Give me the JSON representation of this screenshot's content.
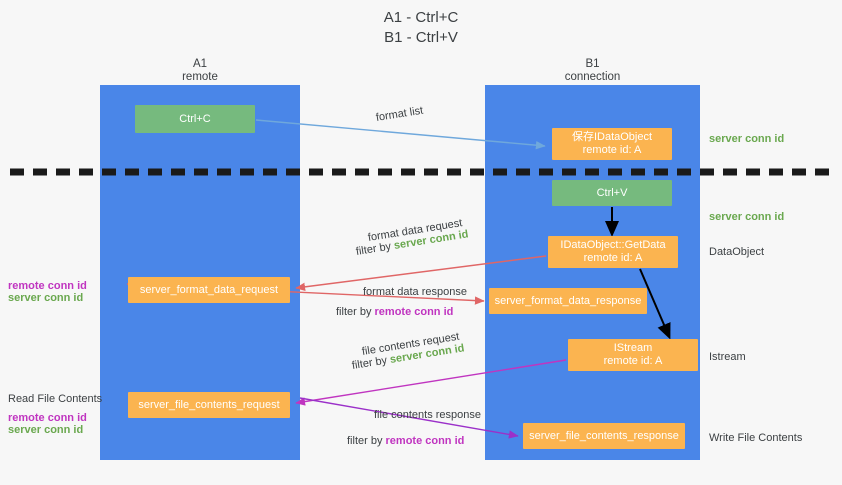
{
  "title": "A1 - Ctrl+C\nB1 - Ctrl+V",
  "colors": {
    "lane": "#4a86e8",
    "green_node": "#76ba7e",
    "orange_node": "#fbb450",
    "server_conn_id": "#6aa84f",
    "remote_conn_id": "#c035c0",
    "divider": "#1a1a1a",
    "background": "#f7f7f7"
  },
  "lanes": [
    {
      "name": "A1",
      "sub": "remote"
    },
    {
      "name": "B1",
      "sub": "connection"
    }
  ],
  "nodes": {
    "ctrl_c": {
      "line1": "Ctrl+C",
      "line2": ""
    },
    "idataobject": {
      "line1": "保存IDataObject",
      "line2": "remote id: A"
    },
    "ctrl_v": {
      "line1": "Ctrl+V",
      "line2": ""
    },
    "getdata": {
      "line1": "IDataObject::GetData",
      "line2": "remote id: A"
    },
    "server_format_data_request": {
      "line1": "server_format_data_request",
      "line2": ""
    },
    "server_format_data_response": {
      "line1": "server_format_data_response",
      "line2": ""
    },
    "istream": {
      "line1": "IStream",
      "line2": "remote id: A"
    },
    "server_file_contents_request": {
      "line1": "server_file_contents_request",
      "line2": ""
    },
    "server_file_contents_response": {
      "line1": "server_file_contents_response",
      "line2": ""
    }
  },
  "edge_labels": {
    "format_list": "format list",
    "format_data_request": "format data request",
    "format_data_response": "format data response",
    "file_contents_request": "file contents request",
    "file_contents_response": "file contents response",
    "filter_by": "filter by ",
    "server_conn_id": "server conn id",
    "remote_conn_id": "remote conn id"
  },
  "right_labels": {
    "server_conn_id_1": "server conn id",
    "server_conn_id_2": "server conn id",
    "dataobject": "DataObject",
    "istream": "Istream",
    "write_file_contents": "Write File Contents"
  },
  "left_labels": {
    "remote_conn_id_1": "remote conn id",
    "server_conn_id_1": "server conn id",
    "read_file_contents": "Read File Contents",
    "remote_conn_id_2": "remote conn id",
    "server_conn_id_2": "server conn id"
  }
}
